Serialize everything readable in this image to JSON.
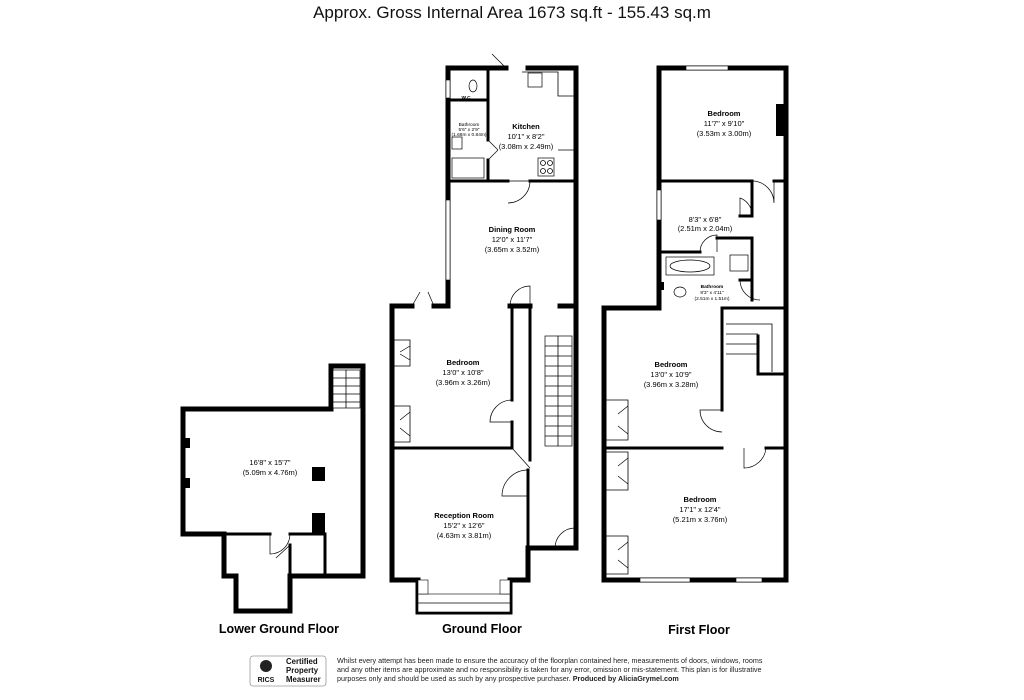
{
  "header": {
    "title": "Approx. Gross Internal Area   1673 sq.ft  -  155.43 sq.m"
  },
  "floors": {
    "lower": {
      "label": "Lower Ground Floor",
      "rooms": [
        {
          "name": "",
          "dims": "16'8\" x 15'7\"",
          "metric": "(5.09m x 4.76m)"
        }
      ]
    },
    "ground": {
      "label": "Ground Floor",
      "rooms": [
        {
          "name": "W.C",
          "dims": "",
          "metric": ""
        },
        {
          "name": "Bathroom",
          "dims": "5'6\" x 2'9\"",
          "metric": "(1.68m x 0.84m)"
        },
        {
          "name": "Kitchen",
          "dims": "10'1\" x 8'2\"",
          "metric": "(3.08m x 2.49m)"
        },
        {
          "name": "Dining Room",
          "dims": "12'0\" x 11'7\"",
          "metric": "(3.65m x 3.52m)"
        },
        {
          "name": "Bedroom",
          "dims": "13'0\" x 10'8\"",
          "metric": "(3.96m x 3.26m)"
        },
        {
          "name": "Reception Room",
          "dims": "15'2\" x 12'6\"",
          "metric": "(4.63m x 3.81m)"
        }
      ]
    },
    "first": {
      "label": "First Floor",
      "rooms": [
        {
          "name": "Bedroom",
          "dims": "11'7\" x 9'10\"",
          "metric": "(3.53m x 3.00m)"
        },
        {
          "name": "",
          "dims": "8'3\" x 6'8\"",
          "metric": "(2.51m x 2.04m)"
        },
        {
          "name": "Bathroom",
          "dims": "8'3\" x 4'11\"",
          "metric": "(2.51m x 1.51m)"
        },
        {
          "name": "Bedroom",
          "dims": "13'0\" x 10'9\"",
          "metric": "(3.96m x 3.28m)"
        },
        {
          "name": "Bedroom",
          "dims": "17'1\" x 12'4\"",
          "metric": "(5.21m x 3.76m)"
        }
      ]
    }
  },
  "footer": {
    "badge": {
      "line1": "Certified",
      "line2": "Property",
      "line3": "Measurer",
      "logo_text": "RICS"
    },
    "disclaimer": [
      "Whilst every attempt has been made to ensure the accuracy of the floorplan contained here, measurements of doors, windows, rooms",
      "and any other items are approximate and no responsibility is taken for any error, omission or mis-statement. This plan is for illustrative",
      "purposes only and should be used as such by any prospective purchaser."
    ],
    "produced_by": "Produced by AliciaGrymel.com"
  },
  "colors": {
    "walls": "#000000",
    "background": "#ffffff",
    "text": "#111111"
  }
}
